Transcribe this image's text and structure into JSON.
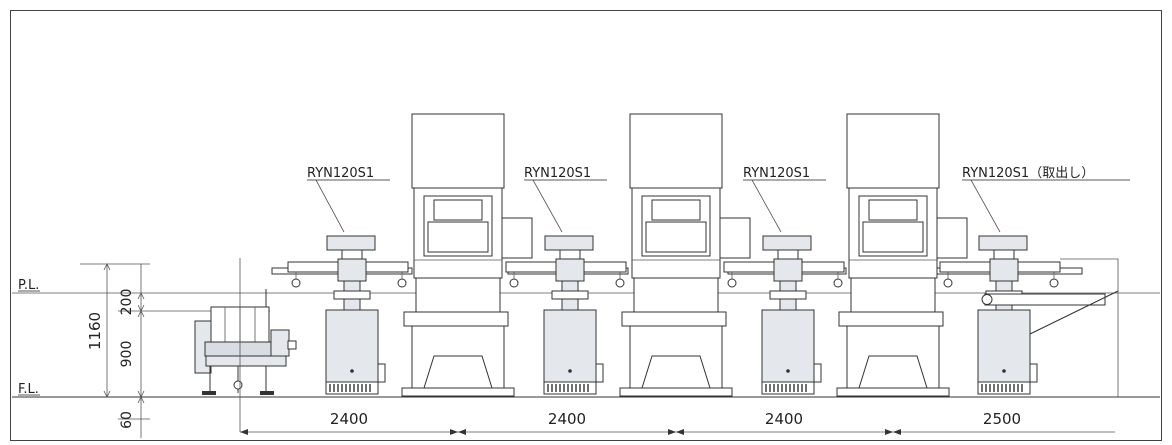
{
  "layout": {
    "level_labels": {
      "parting_line": "P.L.",
      "floor_line": "F.L."
    },
    "vertical_dims": {
      "total": "1160",
      "upper": "200",
      "lower": "900",
      "below_floor": "60"
    },
    "robot_labels": [
      "RYN120S1",
      "RYN120S1",
      "RYN120S1",
      "RYN120S1（取出し）"
    ],
    "pitch_dims": [
      "2400",
      "2400",
      "2400",
      "2500"
    ],
    "colors": {
      "line": "#333333",
      "machine_fill": "#e4e8ec",
      "background": "#ffffff"
    }
  }
}
